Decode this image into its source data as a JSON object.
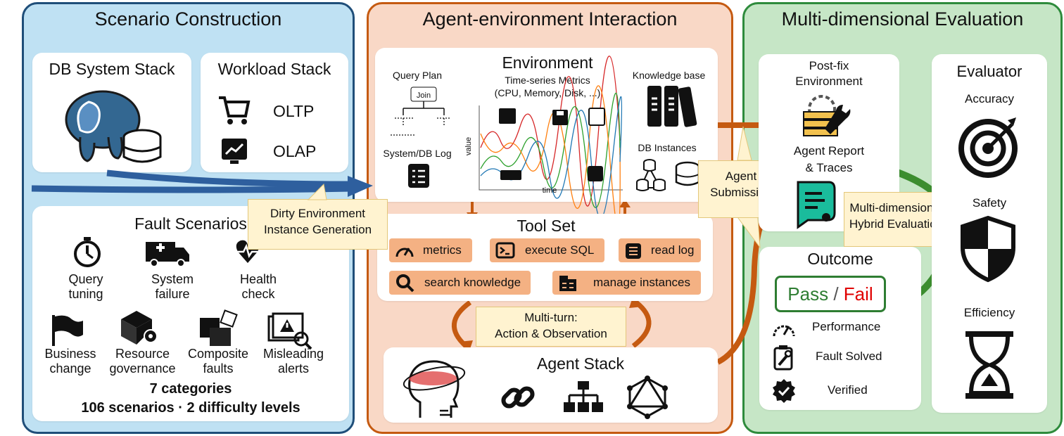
{
  "scenario": {
    "title": "Scenario Construction",
    "db_stack_title": "DB System Stack",
    "workload_title": "Workload Stack",
    "oltp": "OLTP",
    "olap": "OLAP",
    "fault_title": "Fault Scenarios",
    "categories": [
      [
        "Query",
        "tuning"
      ],
      [
        "System",
        "failure"
      ],
      [
        "Health",
        "check"
      ],
      [
        "Business",
        "change"
      ],
      [
        "Resource",
        "governance"
      ],
      [
        "Composite",
        "faults"
      ],
      [
        "Misleading",
        "alerts"
      ]
    ],
    "summary_line1": "7 categories",
    "summary_line2": "106 scenarios · 2 difficulty levels"
  },
  "callouts": {
    "dirty_env_line1": "Dirty Environment",
    "dirty_env_line2": "Instance Generation",
    "agent_sub_line1": "Agent",
    "agent_sub_line2": "Submission",
    "multi_turn_line1": "Multi-turn:",
    "multi_turn_line2": "Action  & Observation",
    "hybrid_line1": "Multi-dimensional",
    "hybrid_line2": "Hybrid Evaluation"
  },
  "interaction": {
    "title": "Agent-environment Interaction",
    "env_title": "Environment",
    "query_plan": "Query Plan",
    "join": "Join",
    "ts_title_line1": "Time-series Metrics",
    "ts_title_line2": "(CPU, Memory, Disk, ...)",
    "ts_ylabel": "value",
    "ts_xlabel": "time",
    "syslog": "System/DB Log",
    "knowledge_base": "Knowledge base",
    "db_instances": "DB Instances",
    "toolset_title": "Tool Set",
    "tools": {
      "metrics": "metrics",
      "execute_sql": "execute SQL",
      "read_log": "read log",
      "search_knowledge": "search knowledge",
      "manage_instances": "manage instances"
    },
    "agent_stack_title": "Agent Stack"
  },
  "evaluation": {
    "title": "Multi-dimensional Evaluation",
    "postfix_line1": "Post-fix",
    "postfix_line2": "Environment",
    "report_line1": "Agent Report",
    "report_line2": "& Traces",
    "evaluator_title": "Evaluator",
    "accuracy": "Accuracy",
    "safety": "Safety",
    "efficiency": "Efficiency",
    "outcome_title": "Outcome",
    "pass": "Pass",
    "slash": " / ",
    "fail": "Fail",
    "performance": "Performance",
    "fault_solved": "Fault Solved",
    "verified": "Verified"
  },
  "colors": {
    "blue_panel": "#bfe1f3",
    "orange_panel": "#f9d8c6",
    "green_panel": "#c6e6c6",
    "tool_fill": "#f4b183",
    "arrow_blue": "#2e5f9e",
    "arrow_orange": "#c55a11",
    "arrow_green": "#3c8d2f",
    "pass": "#2e7d32",
    "fail": "#e00000"
  }
}
